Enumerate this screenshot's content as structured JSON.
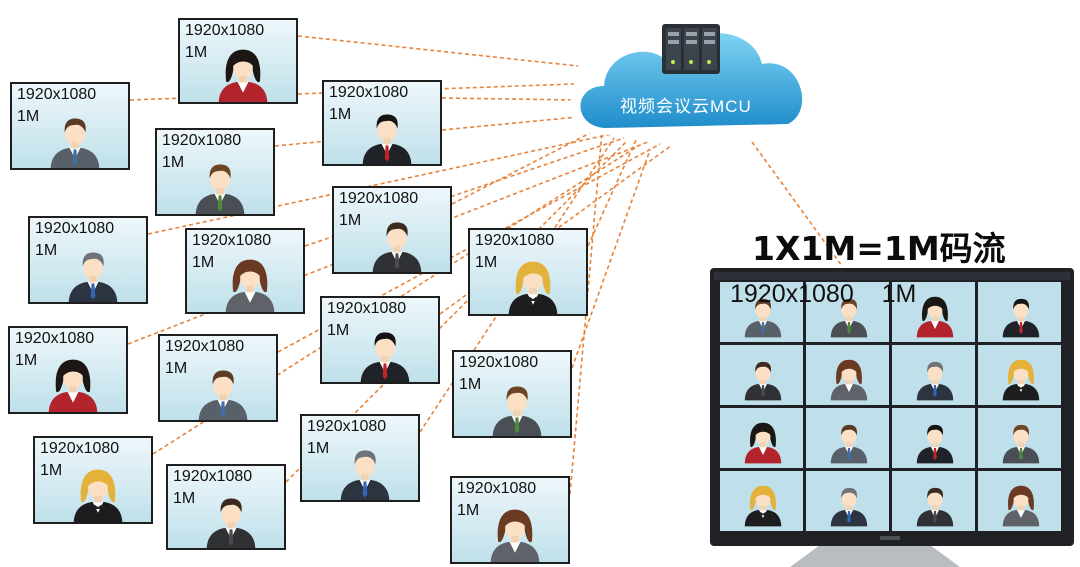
{
  "cloud": {
    "label": "视频会议云MCU"
  },
  "headline": "1X1M=1M码流",
  "monitor": {
    "overlay_resolution": "1920x1080",
    "overlay_bitrate": "1M"
  },
  "participant_tiles": [
    {
      "resolution": "1920x1080",
      "bitrate": "1M",
      "avatar": "woman-dark-hair-red-suit"
    },
    {
      "resolution": "1920x1080",
      "bitrate": "1M",
      "avatar": "man-brown-hair-grey-suit"
    },
    {
      "resolution": "1920x1080",
      "bitrate": "1M",
      "avatar": "man-black-hair-red-tie"
    },
    {
      "resolution": "1920x1080",
      "bitrate": "1M",
      "avatar": "man-brown-hair-green-tie"
    },
    {
      "resolution": "1920x1080",
      "bitrate": "1M",
      "avatar": "man-dark-suit"
    },
    {
      "resolution": "1920x1080",
      "bitrate": "1M",
      "avatar": "man-grey-hair-blue-tie"
    },
    {
      "resolution": "1920x1080",
      "bitrate": "1M",
      "avatar": "woman-brown-hair"
    },
    {
      "resolution": "1920x1080",
      "bitrate": "1M",
      "avatar": "woman-blonde-vest"
    },
    {
      "resolution": "1920x1080",
      "bitrate": "1M",
      "avatar": "woman-dark-hair-red-suit"
    },
    {
      "resolution": "1920x1080",
      "bitrate": "1M",
      "avatar": "man-brown-hair-grey-suit"
    },
    {
      "resolution": "1920x1080",
      "bitrate": "1M",
      "avatar": "man-black-hair-red-tie"
    },
    {
      "resolution": "1920x1080",
      "bitrate": "1M",
      "avatar": "man-brown-hair-green-tie"
    },
    {
      "resolution": "1920x1080",
      "bitrate": "1M",
      "avatar": "woman-blonde-vest"
    },
    {
      "resolution": "1920x1080",
      "bitrate": "1M",
      "avatar": "man-dark-suit"
    },
    {
      "resolution": "1920x1080",
      "bitrate": "1M",
      "avatar": "man-grey-hair-blue-tie"
    },
    {
      "resolution": "1920x1080",
      "bitrate": "1M",
      "avatar": "woman-brown-hair"
    }
  ],
  "monitor_grid_avatars": [
    "man-brown-hair-grey-suit",
    "man-brown-hair-green-tie",
    "woman-dark-hair-red-suit",
    "man-black-hair-red-tie",
    "man-dark-suit",
    "woman-brown-hair",
    "man-grey-hair-blue-tie",
    "woman-blonde-vest",
    "woman-dark-hair-red-suit",
    "man-brown-hair-grey-suit",
    "man-black-hair-red-tie",
    "man-brown-hair-green-tie",
    "woman-blonde-vest",
    "man-grey-hair-blue-tie",
    "man-dark-suit",
    "woman-brown-hair"
  ],
  "colors": {
    "connector": "#e8833a",
    "cloud_top": "#5fc1ea",
    "cloud_bottom": "#1f8dcb",
    "tile_border": "#1e1e1e",
    "monitor_frame": "#1f2125",
    "monitor_cell": "#bfe0ea"
  }
}
